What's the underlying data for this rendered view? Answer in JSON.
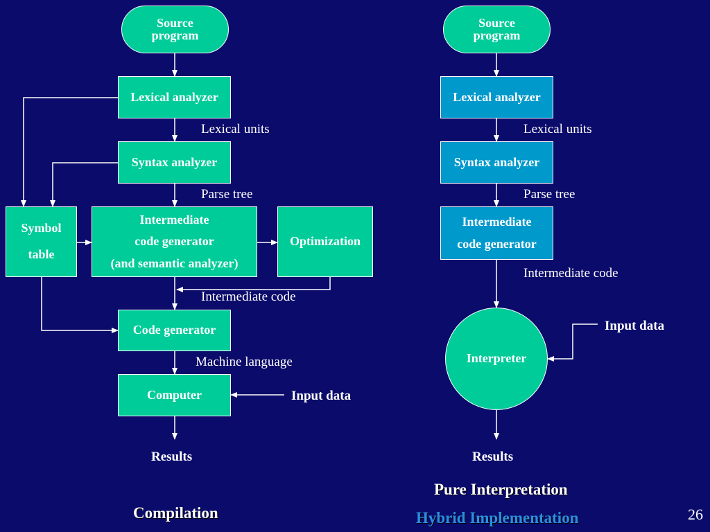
{
  "compilation": {
    "source_line1": "Source",
    "source_line2": "program",
    "lexical_analyzer": "Lexical analyzer",
    "lexical_units": "Lexical units",
    "syntax_analyzer": "Syntax analyzer",
    "parse_tree": "Parse tree",
    "symbol_line1": "Symbol",
    "symbol_line2": "table",
    "intermediate_line1": "Intermediate",
    "intermediate_line2": "code generator",
    "intermediate_line3": "(and semantic analyzer)",
    "optimization": "Optimization",
    "intermediate_code": "Intermediate code",
    "code_generator": "Code generator",
    "machine_language": "Machine language",
    "computer": "Computer",
    "input_data": "Input data",
    "results": "Results",
    "title": "Compilation"
  },
  "interpretation": {
    "source_line1": "Source",
    "source_line2": "program",
    "lexical_analyzer": "Lexical analyzer",
    "lexical_units": "Lexical units",
    "syntax_analyzer": "Syntax analyzer",
    "parse_tree": "Parse tree",
    "intermediate_line1": "Intermediate",
    "intermediate_line2": "code generator",
    "intermediate_code": "Intermediate code",
    "interpreter": "Interpreter",
    "input_data": "Input data",
    "results": "Results",
    "title_pure": "Pure Interpretation",
    "title_hybrid": "Hybrid Implementation"
  },
  "page_number": "26",
  "colors": {
    "background": "#0b0b6b",
    "green_box": "#00cc99",
    "blue_box": "#0099cc",
    "hybrid_title": "#2a8fe0"
  }
}
